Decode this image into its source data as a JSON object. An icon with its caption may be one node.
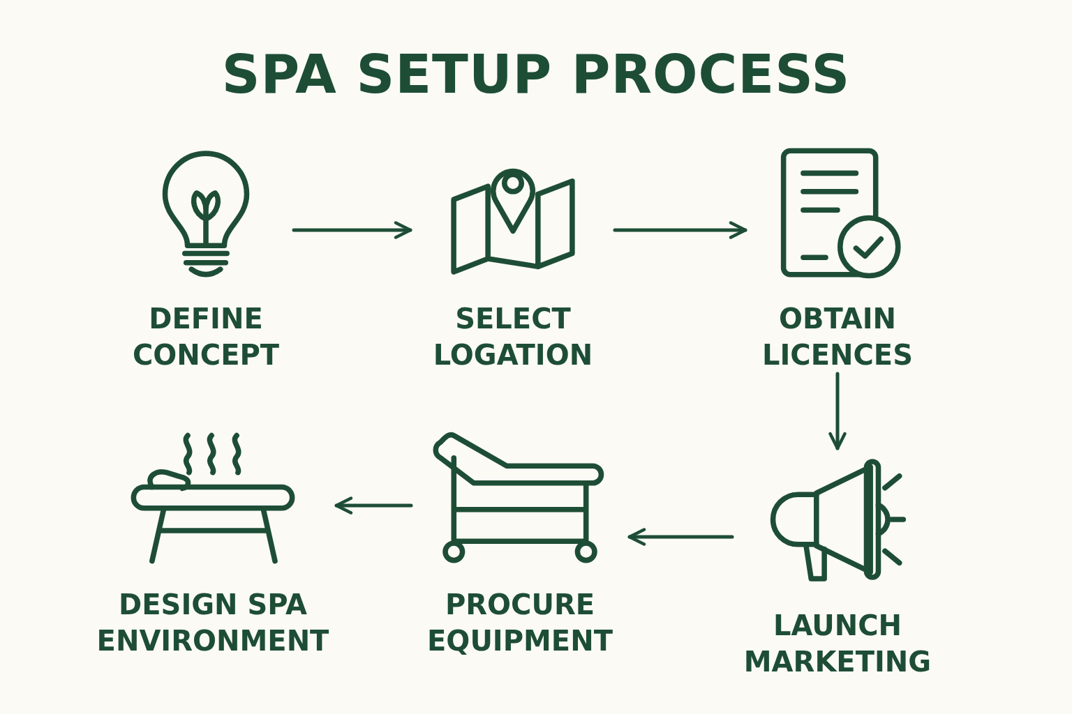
{
  "diagram": {
    "title": "SPA SETUP PROCESS",
    "nodes": [
      {
        "text": [
          "DEFINE CONCEPT"
        ]
      },
      {
        "text": [
          "SELECT LOGATION"
        ]
      },
      {
        "text": [
          "OBTAIN LICENCES"
        ]
      },
      {
        "text": [
          "LAUNCH MARKETING"
        ]
      },
      {
        "text": [
          "PROCURE EQUIPMENT"
        ]
      },
      {
        "text": [
          "DESIGN SPA ENVIRONMENT"
        ]
      }
    ],
    "edges": [
      {
        "from": 0,
        "to": 1,
        "arrow": "to"
      },
      {
        "from": 1,
        "to": 2,
        "arrow": "to"
      },
      {
        "from": 2,
        "to": 3,
        "arrow": "to"
      },
      {
        "from": 3,
        "to": 4,
        "arrow": "to"
      },
      {
        "from": 4,
        "to": 5,
        "arrow": "to"
      }
    ]
  }
}
